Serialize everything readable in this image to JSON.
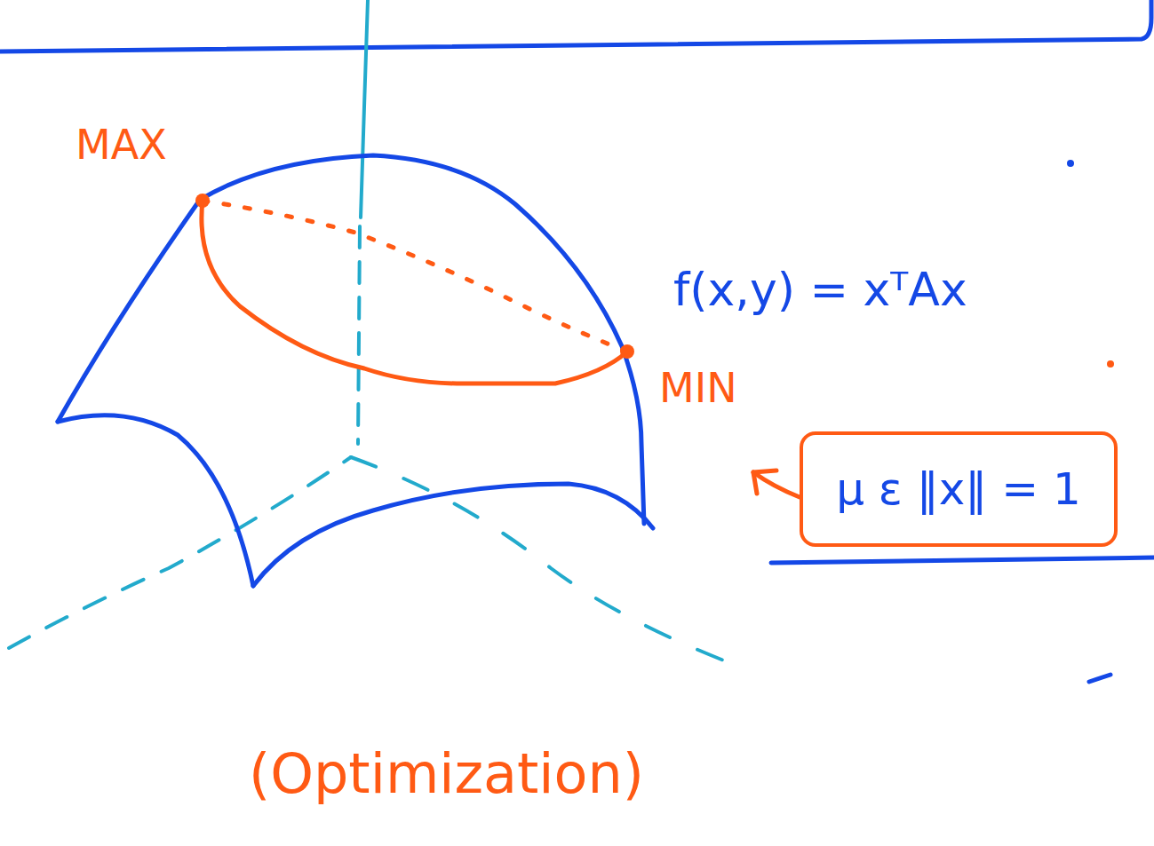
{
  "diagram": {
    "nodes": [
      {
        "text": [
          "μ ε ‖x‖ = 1"
        ]
      }
    ],
    "labels": [
      "MAX",
      "MIN",
      "f(x,y) = xᵀAx",
      "(Optimization)"
    ]
  }
}
